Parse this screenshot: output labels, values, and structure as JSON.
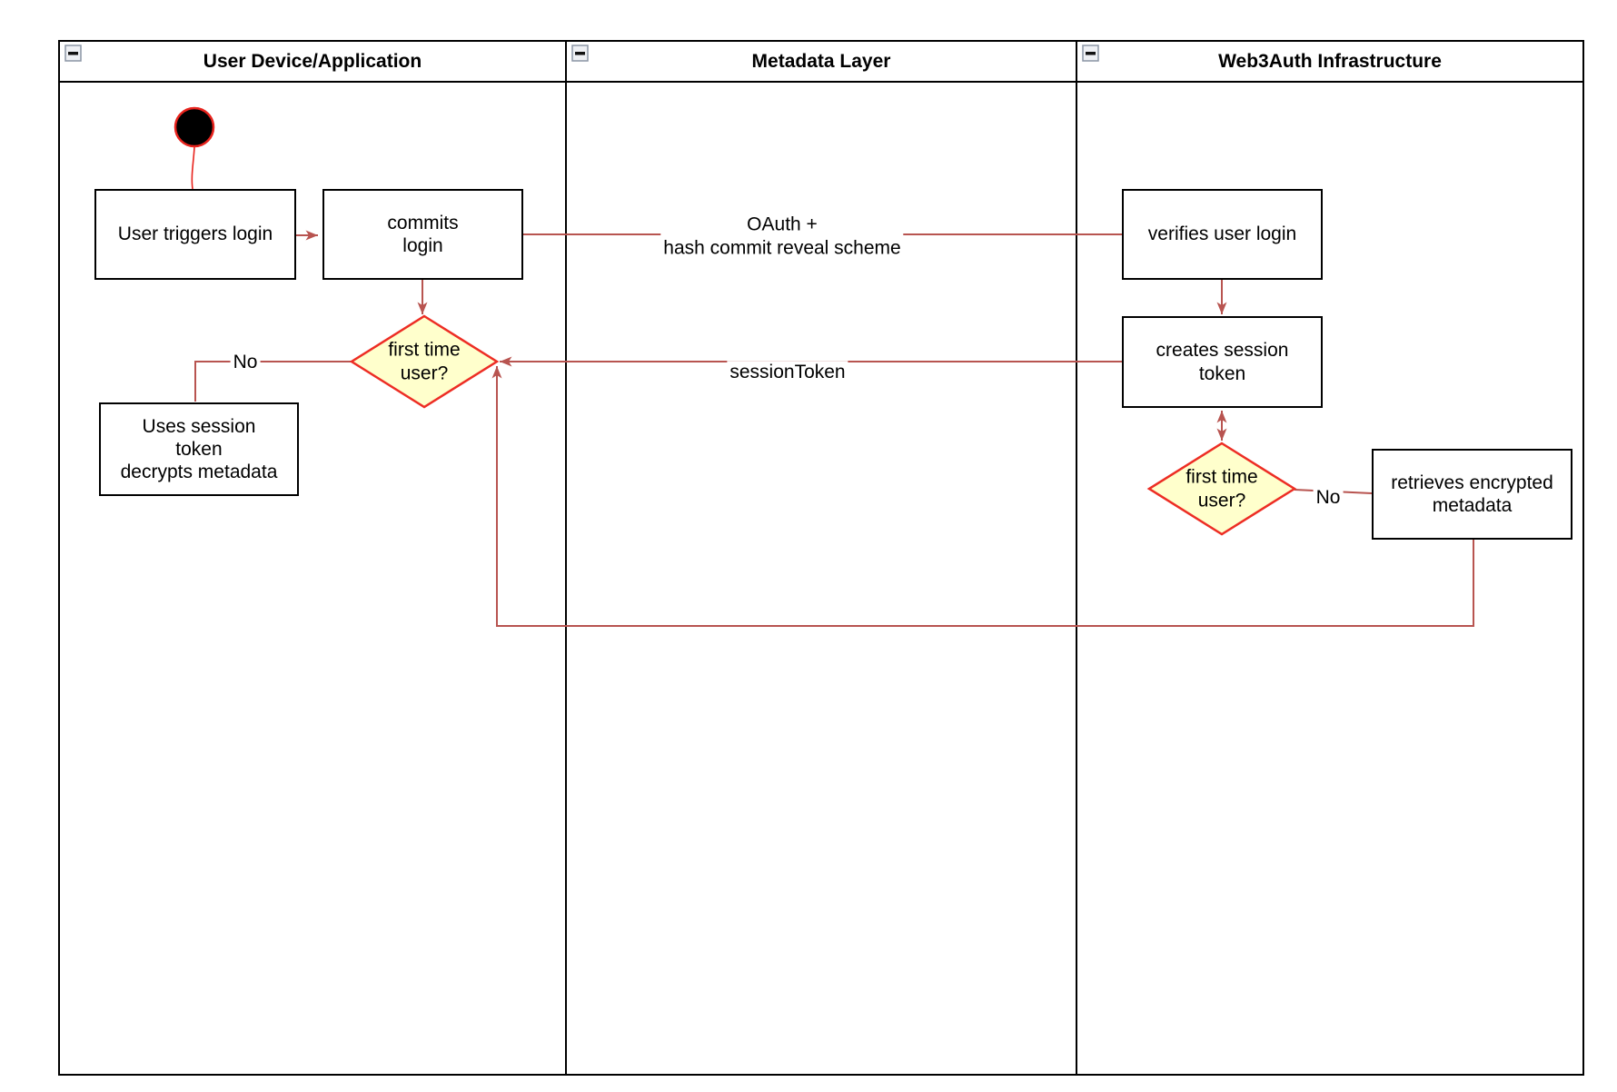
{
  "diagram": {
    "type": "uml-activity-swimlane"
  },
  "lanes": [
    {
      "title": "User Device/Application"
    },
    {
      "title": "Metadata Layer"
    },
    {
      "title": "Web3Auth Infrastructure"
    }
  ],
  "icons": {
    "collapse": "minus-icon"
  },
  "nodes": {
    "start": {
      "shape": "initial-state-circle"
    },
    "user_triggers_login": {
      "label": "User triggers login"
    },
    "commits_login": {
      "label": "commits\nlogin"
    },
    "verifies_user_login": {
      "label": "verifies user login"
    },
    "creates_session_token": {
      "label": "creates session\ntoken"
    },
    "decision_device": {
      "label": "first time\nuser?"
    },
    "uses_session_token": {
      "label": "Uses session\ntoken\ndecrypts metadata"
    },
    "decision_infra": {
      "label": "first time\nuser?"
    },
    "retrieves_encrypted_metadata": {
      "label": "retrieves encrypted\nmetadata"
    }
  },
  "edge_labels": {
    "oauth": "OAuth +\nhash commit reveal scheme",
    "session_token": "sessionToken",
    "no_device": "No",
    "no_infra": "No"
  },
  "colors": {
    "connector": "#b85450",
    "decision_border": "#ed2d24",
    "decision_fill": "#ffffcc",
    "node_border": "#000000",
    "pool_border": "#000000",
    "start_fill": "#000000",
    "start_ring": "#e8231d",
    "text": "#000000"
  }
}
